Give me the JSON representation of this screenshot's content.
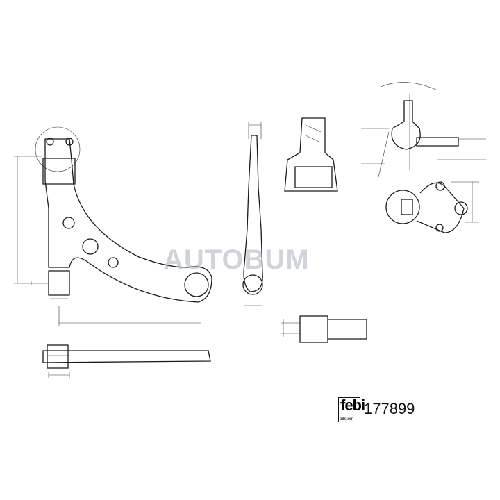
{
  "watermark": "AUTOBUM",
  "brand": {
    "logo_text": "febi",
    "logo_subtext": "bilstein"
  },
  "part_number": "177899"
}
